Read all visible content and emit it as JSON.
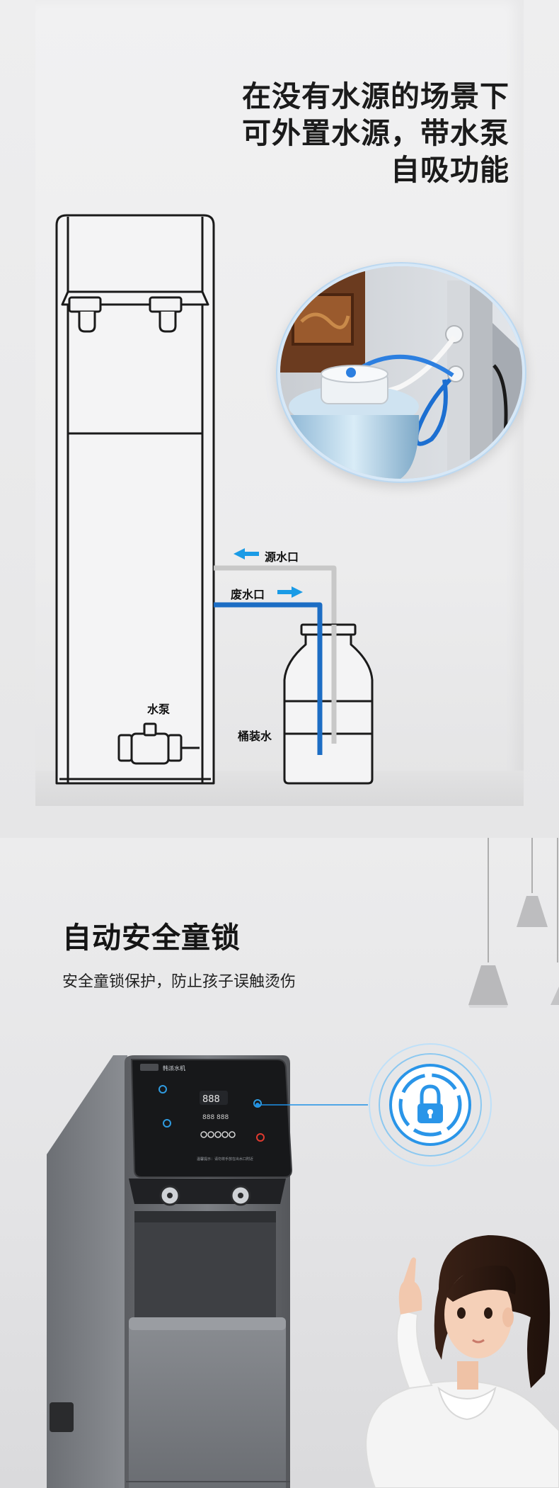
{
  "section1": {
    "headline_lines": [
      "在没有水源的场景下",
      "可外置水源，带水泵",
      "自吸功能"
    ],
    "label_source": "源水口",
    "label_waste": "废水口",
    "label_pump": "水泵",
    "label_bottle": "桶装水",
    "colors": {
      "blue_pipe": "#1c6dc4",
      "arrow_blue": "#1a9be6",
      "gray_pipe": "#c8c8c8",
      "line": "#1a1a1a"
    }
  },
  "section2": {
    "title": "自动安全童锁",
    "subtitle": "安全童锁保护，防止孩子误触烫伤",
    "panel_brand": "韩派水机",
    "panel_caption": "温馨提示：请勿将手放在出水口附近",
    "icon_lock": "child-lock-icon"
  }
}
